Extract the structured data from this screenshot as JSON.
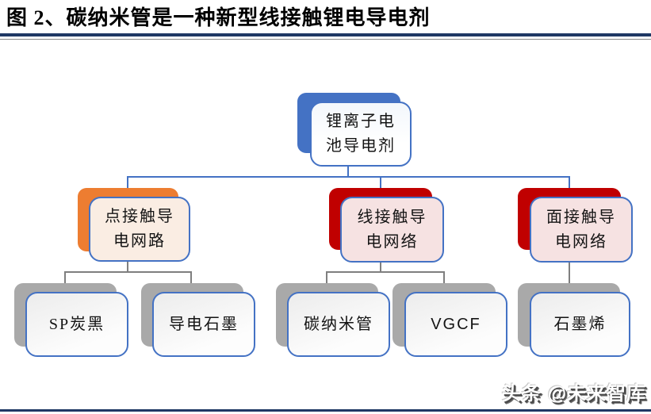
{
  "figure": {
    "title": "图 2、碳纳米管是一种新型线接触锂电导电剂",
    "watermark": "头条 @未来智库"
  },
  "colors": {
    "title_rule": "#1F3864",
    "node_border": "#4472C4",
    "root_accent": "#4472C4",
    "point_branch_accent": "#ED7D31",
    "line_branch_accent": "#C00000",
    "surface_branch_accent": "#C00000",
    "point_branch_fill": "#FAEDE3",
    "line_branch_fill": "#F6E2E2",
    "leaf_shadow": "#A9A9A9",
    "blue_connector": "#4472C4",
    "gray_connector": "#7F7F7F"
  },
  "tree": {
    "root": {
      "label": "锂离子电池导电剂",
      "line1": "锂离子电",
      "line2": "池导电剂"
    },
    "branches": [
      {
        "label": "点接触导电网路",
        "line1": "点接触导",
        "line2": "电网路",
        "accent": "#ED7D31",
        "children": [
          "SP炭黑",
          "导电石墨"
        ]
      },
      {
        "label": "线接触导电网络",
        "line1": "线接触导",
        "line2": "电网络",
        "accent": "#C00000",
        "children": [
          "碳纳米管",
          "VGCF"
        ]
      },
      {
        "label": "面接触导电网络",
        "line1": "面接触导",
        "line2": "电网络",
        "accent": "#C00000",
        "children": [
          "石墨烯"
        ]
      }
    ]
  }
}
